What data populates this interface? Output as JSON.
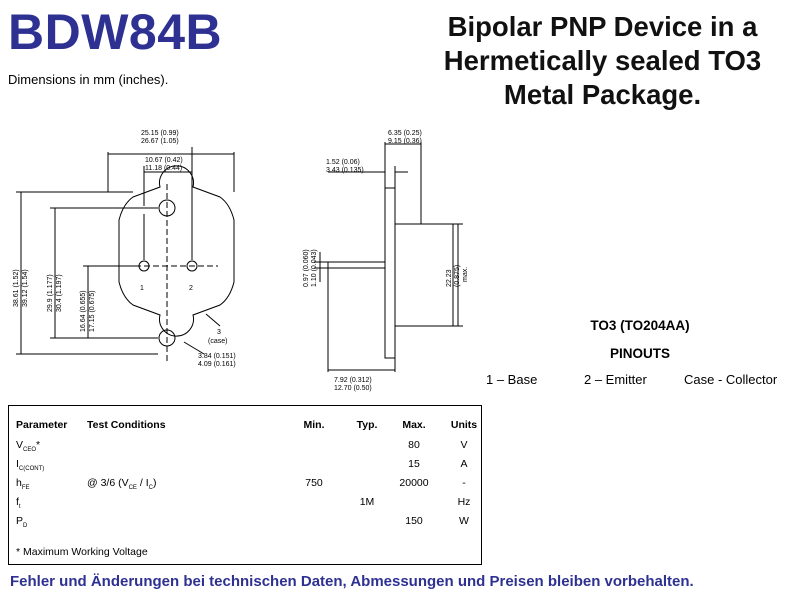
{
  "part_number": "BDW84B",
  "title_lines": [
    "Bipolar PNP Device in a",
    "Hermetically sealed TO3",
    "Metal Package."
  ],
  "dimensions_note": "Dimensions in mm (inches).",
  "drawing": {
    "dim_width_top": "25.15 (0.99)",
    "dim_width_bottom": "26.67 (1.05)",
    "dim_pin_spacing_top": "10.67 (0.42)",
    "dim_pin_spacing_bottom": "11.18 (0.44)",
    "dim_height_a": "38.61 (1.52)",
    "dim_height_b": "39.12 (1.54)",
    "dim_hole_a": "29.9 (1.177)",
    "dim_hole_b": "30.4 (1.197)",
    "dim_pin_a": "16.64 (0.655)",
    "dim_pin_b": "17.15 (0.675)",
    "dim_hole_dia_a": "3.84 (0.151)",
    "dim_hole_dia_b": "4.09 (0.161)",
    "case_label_num": "3",
    "case_label_text": "(case)",
    "pin_label_1": "1",
    "pin_label_2": "2",
    "side_top_a": "6.35 (0.25)",
    "side_top_b": "9.15 (0.36)",
    "side_flange_a": "1.52 (0.06)",
    "side_flange_b": "3.43 (0.135)",
    "side_lead_a": "0.97 (0.060)",
    "side_lead_b": "1.10 (0.043)",
    "side_height_a": "22.23",
    "side_height_b": "(0.875)",
    "side_height_c": "max.",
    "side_bottom_a": "7.92 (0.312)",
    "side_bottom_b": "12.70 (0.50)"
  },
  "package": {
    "name": "TO3 (TO204AA)",
    "pinouts_title": "PINOUTS",
    "pin1": "1 – Base",
    "pin2": "2 – Emitter",
    "case": "Case - Collector"
  },
  "table": {
    "headers": {
      "param": "Parameter",
      "cond": "Test Conditions",
      "min": "Min.",
      "typ": "Typ.",
      "max": "Max.",
      "unit": "Units"
    },
    "rows": [
      {
        "sym": "V",
        "sub": "CEO",
        "suffix": "*",
        "cond_pre": "",
        "cond_a": "",
        "cond_mid": "",
        "cond_b": "",
        "cond_post": "",
        "min": "",
        "typ": "",
        "max": "80",
        "unit": "V"
      },
      {
        "sym": "I",
        "sub": "C(CONT)",
        "suffix": "",
        "cond_pre": "",
        "cond_a": "",
        "cond_mid": "",
        "cond_b": "",
        "cond_post": "",
        "min": "",
        "typ": "",
        "max": "15",
        "unit": "A"
      },
      {
        "sym": "h",
        "sub": "FE",
        "suffix": "",
        "cond_pre": "@ 3/6 (V",
        "cond_a": "CE",
        "cond_mid": " / I",
        "cond_b": "C",
        "cond_post": ")",
        "min": "750",
        "typ": "",
        "max": "20000",
        "unit": "-"
      },
      {
        "sym": "f",
        "sub": "t",
        "suffix": "",
        "cond_pre": "",
        "cond_a": "",
        "cond_mid": "",
        "cond_b": "",
        "cond_post": "",
        "min": "",
        "typ": "1M",
        "max": "",
        "unit": "Hz"
      },
      {
        "sym": "P",
        "sub": "D",
        "suffix": "",
        "cond_pre": "",
        "cond_a": "",
        "cond_mid": "",
        "cond_b": "",
        "cond_post": "",
        "min": "",
        "typ": "",
        "max": "150",
        "unit": "W"
      }
    ],
    "footnote": "* Maximum Working Voltage"
  },
  "footer": "Fehler und Änderungen bei technischen Daten, Abmessungen und Preisen bleiben vorbehalten.",
  "colors": {
    "brand": "#2e3192"
  }
}
